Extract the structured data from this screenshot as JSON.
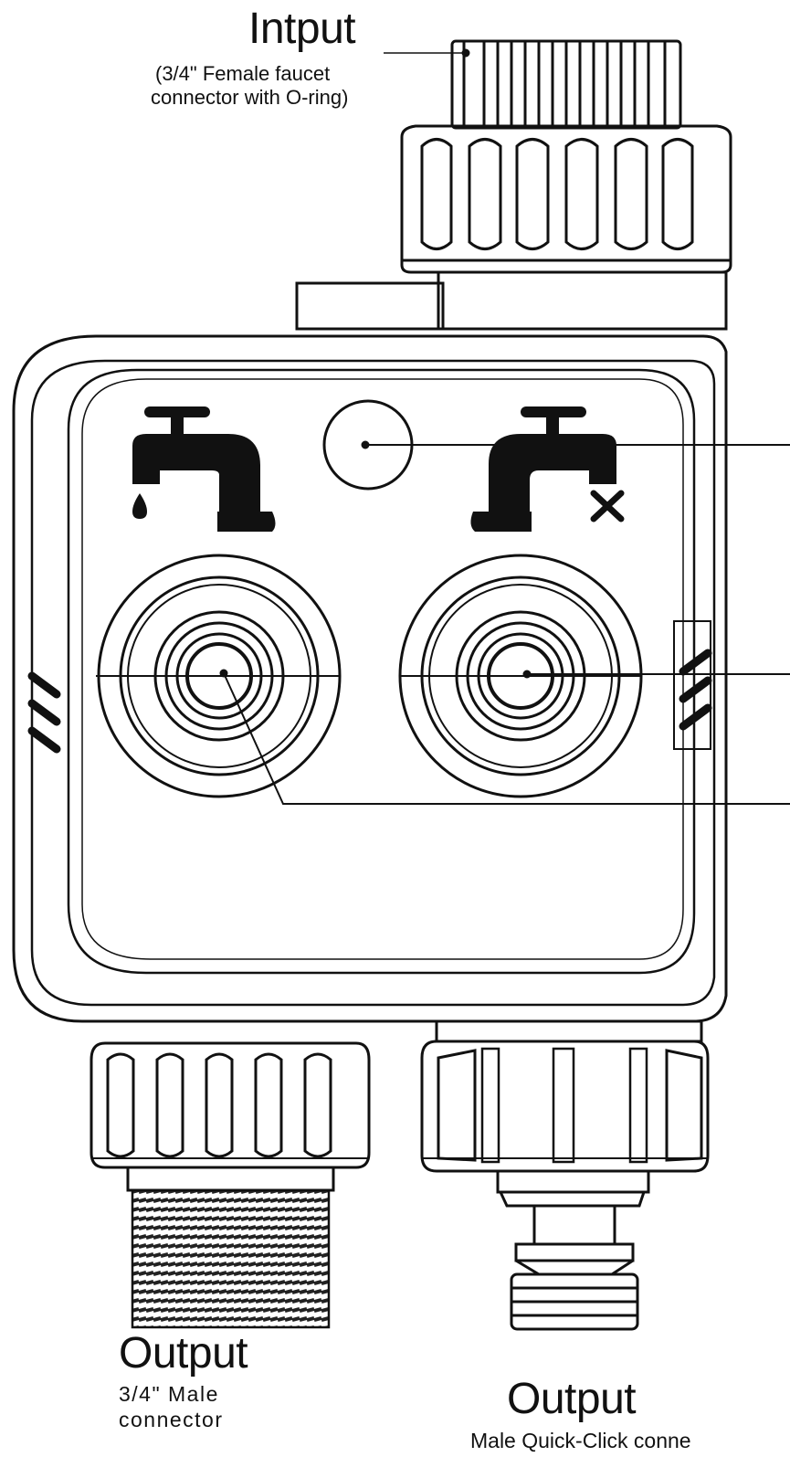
{
  "labels": {
    "input_title": "Intput",
    "input_desc_line1": "(3/4\" Female faucet",
    "input_desc_line2": "connector with O-ring)",
    "output_left_title": "Output",
    "output_left_line1": "3/4\" Male",
    "output_left_line2": "connector",
    "output_right_title": "Output",
    "output_right_desc": "Male Quick-Click conne"
  },
  "icons": {
    "left_faucet": "faucet-dripping-icon",
    "right_faucet": "faucet-off-icon"
  },
  "colors": {
    "line": "#111111",
    "background": "#ffffff"
  }
}
